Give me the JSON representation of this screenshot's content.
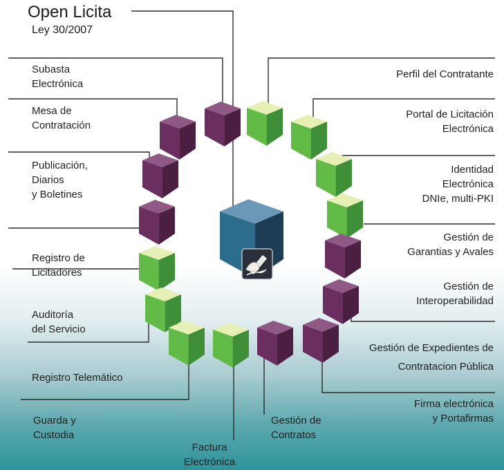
{
  "header": {
    "title": "Open Licita",
    "subtitle": "Ley 30/2007"
  },
  "colors": {
    "purple_top": "#8e5a85",
    "purple_front": "#6a2e5f",
    "purple_side": "#4a1f42",
    "green_top": "#e6efb4",
    "green_front": "#62bb46",
    "green_side": "#3f8f39",
    "center_top": "#6a98b6",
    "center_front": "#2c6c8c",
    "center_side": "#1d3c56",
    "line": "#2a2a2a"
  },
  "center_icon": "hand-writing-pen-icon",
  "labels": {
    "subasta": [
      "Subasta",
      "Electrónica"
    ],
    "mesa": [
      "Mesa de",
      "Contratación"
    ],
    "publicacion": [
      "Publicación,",
      "Diarios",
      "y Boletines"
    ],
    "registro_licitadores": [
      "Registro de",
      "Licitadores"
    ],
    "auditoria": [
      "Auditoría",
      "del Servicio"
    ],
    "registro_telematico": [
      "Registro Telemático"
    ],
    "guarda": [
      "Guarda y",
      "Custodia"
    ],
    "factura": [
      "Factura",
      "Electrónica"
    ],
    "contratos": [
      "Gestión de",
      "Contratos"
    ],
    "perfil": [
      "Perfil del Contratante"
    ],
    "portal": [
      "Portal de Licitación",
      "Electrónica"
    ],
    "identidad": [
      "Identidad",
      "Electrónica",
      "DNIe, multi-PKI"
    ],
    "garantias": [
      "Gestión de",
      "Garantias y Avales"
    ],
    "interop": [
      "Gestión de",
      "Interoperabilidad"
    ],
    "expedientes": [
      "Gestión de Expedientes de",
      "Contratacion Pública"
    ],
    "firma": [
      "Firma electrónica",
      "y Portafirmas"
    ]
  }
}
